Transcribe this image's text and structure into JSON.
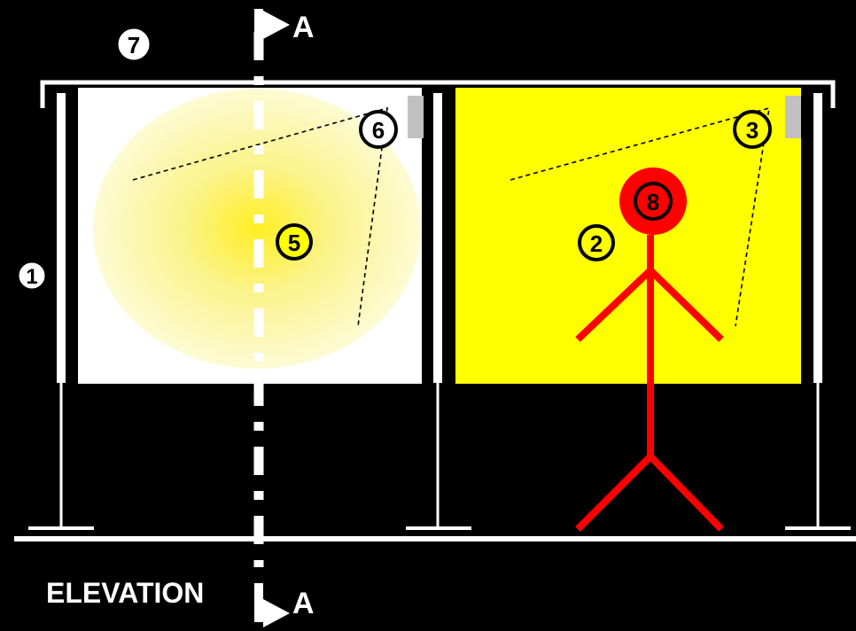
{
  "title": "ELEVATION",
  "section_marker": "A",
  "callouts": {
    "frame": "1",
    "occupied_panel": "2",
    "occupied_sensor": "3",
    "light_pool": "5",
    "idle_sensor": "6",
    "canopy": "7",
    "occupant_head": "8"
  },
  "colors": {
    "background": "#000000",
    "frame": "#ffffff",
    "idle_panel": "#ffffff",
    "occupied_panel": "#ffff00",
    "glow_center": "#ffee22",
    "glow_edge": "#fdfbd4",
    "occupant": "#ff0000",
    "sensor": "#c0c0c0",
    "callout_fill": "#ffff00"
  }
}
